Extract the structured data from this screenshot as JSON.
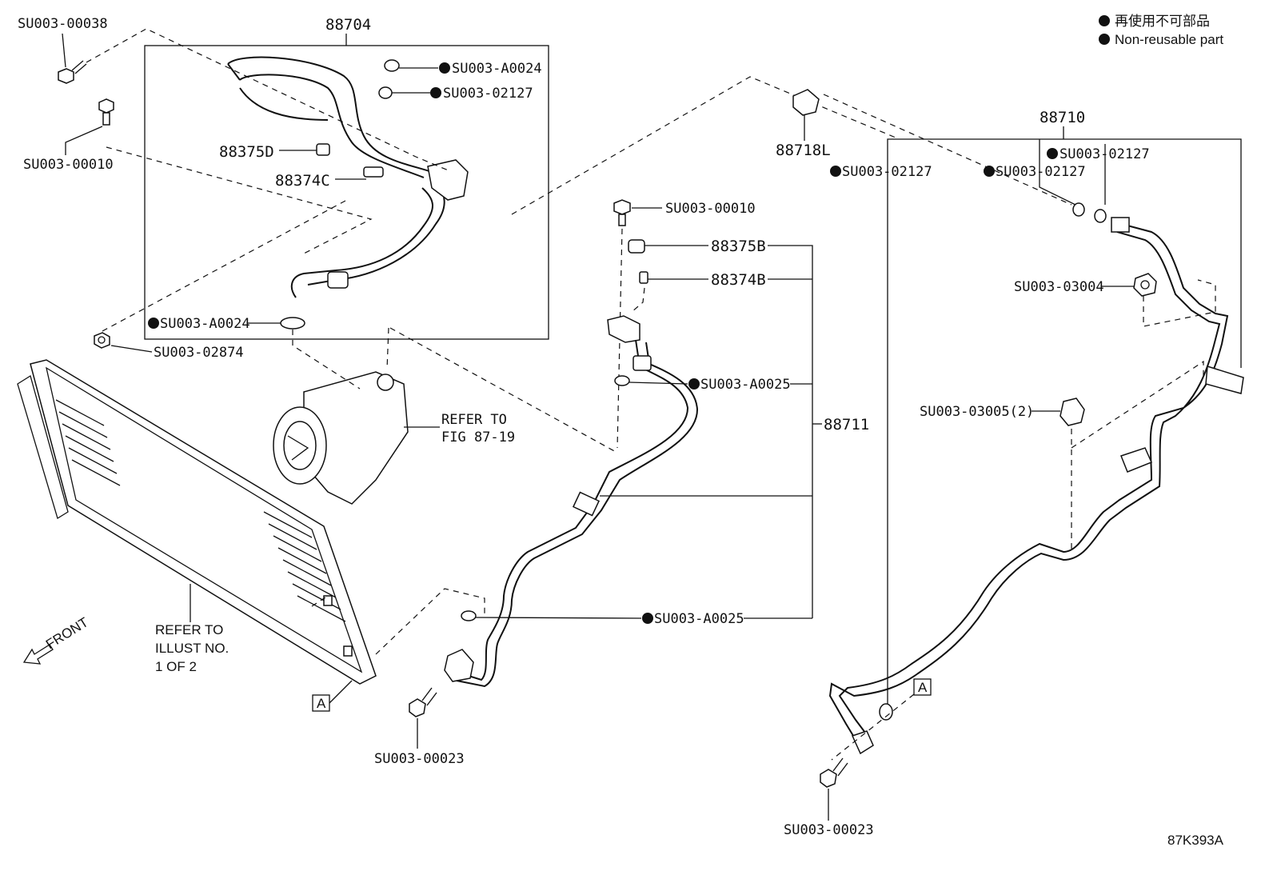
{
  "legend": {
    "line_jp": "再使用不可部品",
    "line_en": "Non-reusable part"
  },
  "diagram_code": "87K393A",
  "labels": {
    "su003_00038": "SU003-00038",
    "su003_00010_left": "SU003-00010",
    "p88704": "88704",
    "su003_a0024_top": "SU003-A0024",
    "su003_02127_top": "SU003-02127",
    "p88375d": "88375D",
    "p88374c": "88374C",
    "su003_a0024_bottom": "SU003-A0024",
    "su003_02874": "SU003-02874",
    "refer_fig_1": "REFER TO",
    "refer_fig_2": "FIG 87-19",
    "refer_illust_1": "REFER TO",
    "refer_illust_2": "ILLUST NO.",
    "refer_illust_3": "1 OF 2",
    "front": "FRONT",
    "box_a_left": "A",
    "su003_00023_left": "SU003-00023",
    "su003_00010_mid": "SU003-00010",
    "p88375b": "88375B",
    "p88374b": "88374B",
    "su003_a0025_upper": "SU003-A0025",
    "p88711": "88711",
    "su003_a0025_lower": "SU003-A0025",
    "p88718l": "88718L",
    "su003_02127_a": "SU003-02127",
    "su003_02127_b": "SU003-02127",
    "p88710": "88710",
    "su003_02127_c": "SU003-02127",
    "su003_03004": "SU003-03004",
    "su003_03005": "SU003-03005(2)",
    "box_a_right": "A",
    "su003_00023_right": "SU003-00023"
  }
}
